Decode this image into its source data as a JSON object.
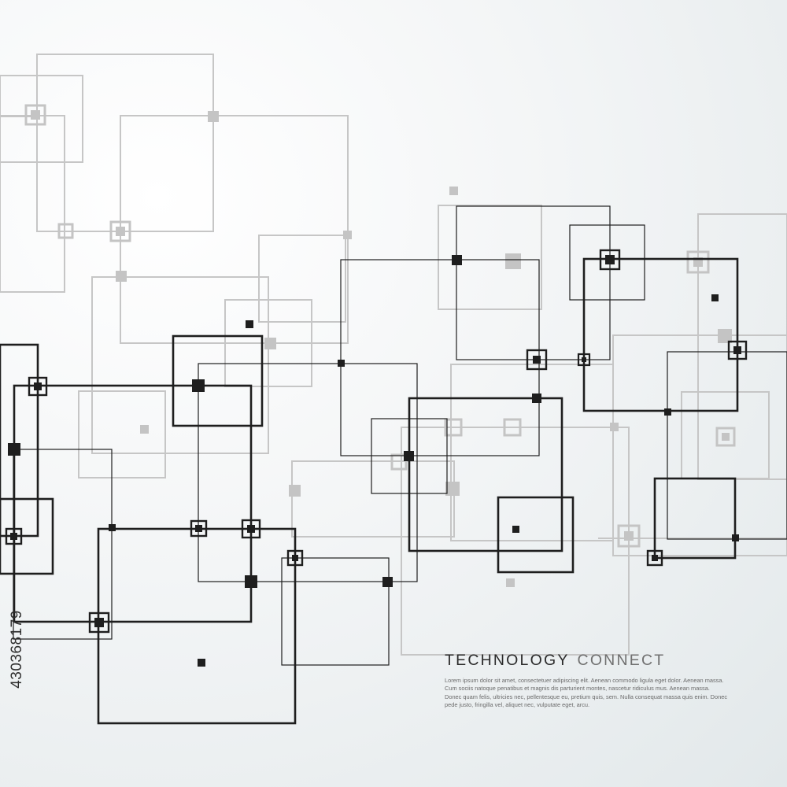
{
  "heading": {
    "word1": "TECHNOLOGY",
    "word2": "CONNECT"
  },
  "body_text": {
    "line1": "Lorem ipsum dolor sit amet, consectetuer adipiscing elit. Aenean commodo ligula eget dolor. Aenean massa.",
    "line2": "Cum sociis natoque penatibus et magnis dis parturient montes, nascetur ridiculus mus. Aenean massa.",
    "line3": "Donec quam felis, ultricies nec, pellentesque eu, pretium quis, sem. Nulla consequat massa quis enim. Donec",
    "line4": "pede justo, fringilla vel, aliquet nec, vulputate eget, arcu."
  },
  "stock_id": "430368179",
  "colors": {
    "dark_line": "#1e1e1e",
    "light_line": "#c4c4c4",
    "background": "#f1f4f5"
  }
}
